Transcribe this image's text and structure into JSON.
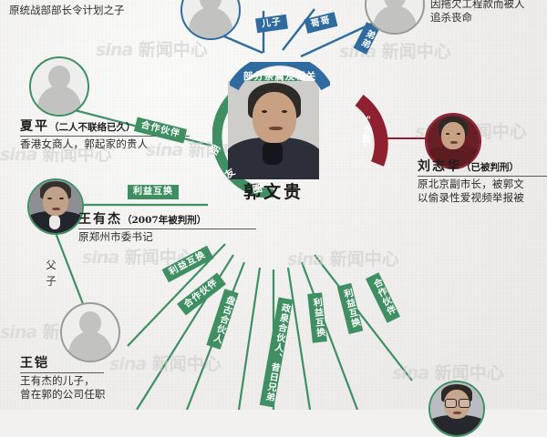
{
  "meta": {
    "watermark_brand": "sina",
    "watermark_text": "新闻中心",
    "colors": {
      "green": "#3f8f62",
      "blue": "#2f6b9e",
      "red": "#8e2030",
      "background": "#f2f1ef"
    }
  },
  "centre": {
    "name": "郭文贵",
    "ring_label": "朋友圈",
    "ring_chars": [
      "朋",
      "友",
      "圈"
    ],
    "top_arc_label": "部分亲属及相关",
    "enemy_arc_label": "“仇敌”"
  },
  "family_tags": [
    {
      "label": "儿子"
    },
    {
      "label": "哥哥"
    },
    {
      "label": "弟弟"
    }
  ],
  "people": [
    {
      "id": "ling-gu",
      "name": "",
      "note": "",
      "desc": "原统战部部长令计划之子",
      "avatar": "silhouette"
    },
    {
      "id": "brother",
      "name": "",
      "note": "",
      "desc": "因拖欠工程款而被人\n追杀丧命",
      "desc_lines": [
        "因拖欠工程款而被人",
        "追杀丧命"
      ],
      "avatar": "silhouette"
    },
    {
      "id": "xia-ping",
      "name": "夏平",
      "note": "（二人不联络已久）",
      "desc": "香港女商人，郭起家的贵人",
      "avatar": "silhouette"
    },
    {
      "id": "liu-zhihua",
      "name": "刘志华",
      "note": "（已被判刑）",
      "desc_lines": [
        "原北京副市长，被郭文",
        "以偷录性爱视频举报被"
      ],
      "avatar": "photo"
    },
    {
      "id": "wang-youjie",
      "name": "王有杰",
      "note": "（2007年被判刑）",
      "desc": "原郑州市委书记",
      "avatar": "photo"
    },
    {
      "id": "wang-kai",
      "name": "王铠",
      "note": "",
      "desc_lines": [
        "王有杰的儿子，",
        "曾在郭的公司任职"
      ],
      "avatar": "silhouette"
    },
    {
      "id": "bottom-right",
      "name": "",
      "note": "",
      "desc": "",
      "avatar": "photo-glasses"
    }
  ],
  "relations": [
    {
      "label": "合作伙伴",
      "from": "xia-ping",
      "color": "green",
      "orientation": "h"
    },
    {
      "label": "利益互换",
      "from": "wang-youjie",
      "color": "green",
      "orientation": "h"
    },
    {
      "label": "父子",
      "from": "wang-youjie",
      "color": "none",
      "orientation": "v"
    },
    {
      "label": "利益互换",
      "from": "spoke-1",
      "color": "green",
      "orientation": "h"
    },
    {
      "label": "合作伙伴",
      "from": "spoke-2",
      "color": "green",
      "orientation": "h"
    },
    {
      "label": "盘古合伙人",
      "from": "spoke-3",
      "color": "green",
      "orientation": "v"
    },
    {
      "label": "政泉合伙人、昔日兄弟",
      "from": "spoke-4",
      "color": "green",
      "orientation": "v"
    },
    {
      "label": "利益互换",
      "from": "spoke-5",
      "color": "green",
      "orientation": "v"
    },
    {
      "label": "利益互换",
      "from": "spoke-6",
      "color": "green",
      "orientation": "v"
    },
    {
      "label": "合作伙伴",
      "from": "spoke-7",
      "color": "green",
      "orientation": "v"
    }
  ],
  "standalone_labels": {
    "father_son": "父子"
  }
}
